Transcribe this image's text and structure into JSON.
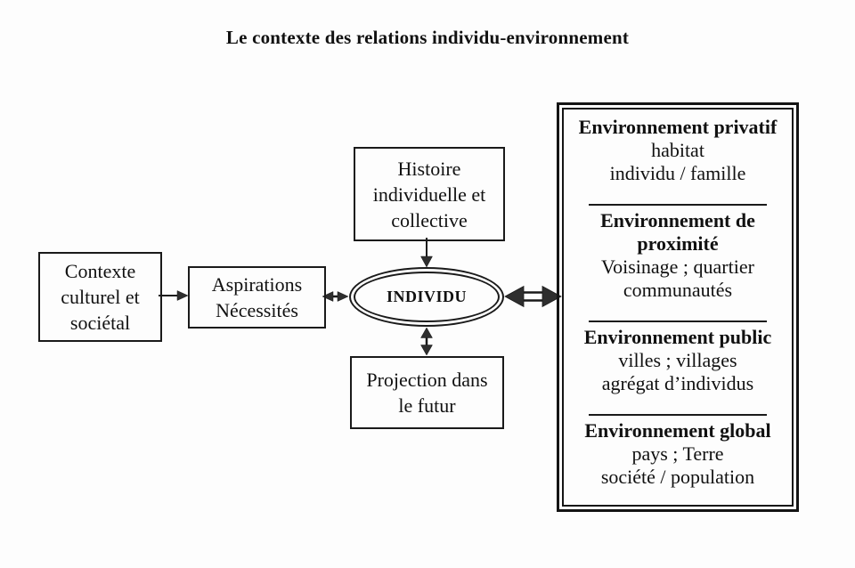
{
  "title": "Le contexte des relations individu-environnement",
  "boxes": {
    "contexte": {
      "lines": [
        "Contexte",
        "culturel et",
        "sociétal"
      ]
    },
    "aspirations": {
      "lines": [
        "Aspirations",
        "Nécessités"
      ]
    },
    "histoire": {
      "lines": [
        "Histoire",
        "individuelle et",
        "collective"
      ]
    },
    "projection": {
      "lines": [
        "Projection dans",
        "le futur"
      ]
    },
    "individu": {
      "label": "INDIVIDU"
    }
  },
  "environnements": {
    "sections": [
      {
        "title": "Environnement privatif",
        "lines": [
          "habitat",
          "individu / famille"
        ]
      },
      {
        "title": "Environnement de proximité",
        "lines": [
          "Voisinage ; quartier",
          "communautés"
        ]
      },
      {
        "title": "Environnement public",
        "lines": [
          "villes ; villages",
          "agrégat d’individus"
        ]
      },
      {
        "title": "Environnement global",
        "lines": [
          "pays ; Terre",
          "société / population"
        ]
      }
    ]
  },
  "colors": {
    "ink": "#1a1a1a",
    "arrowhead": "#2e2e2e",
    "background": "#fdfdfd"
  }
}
